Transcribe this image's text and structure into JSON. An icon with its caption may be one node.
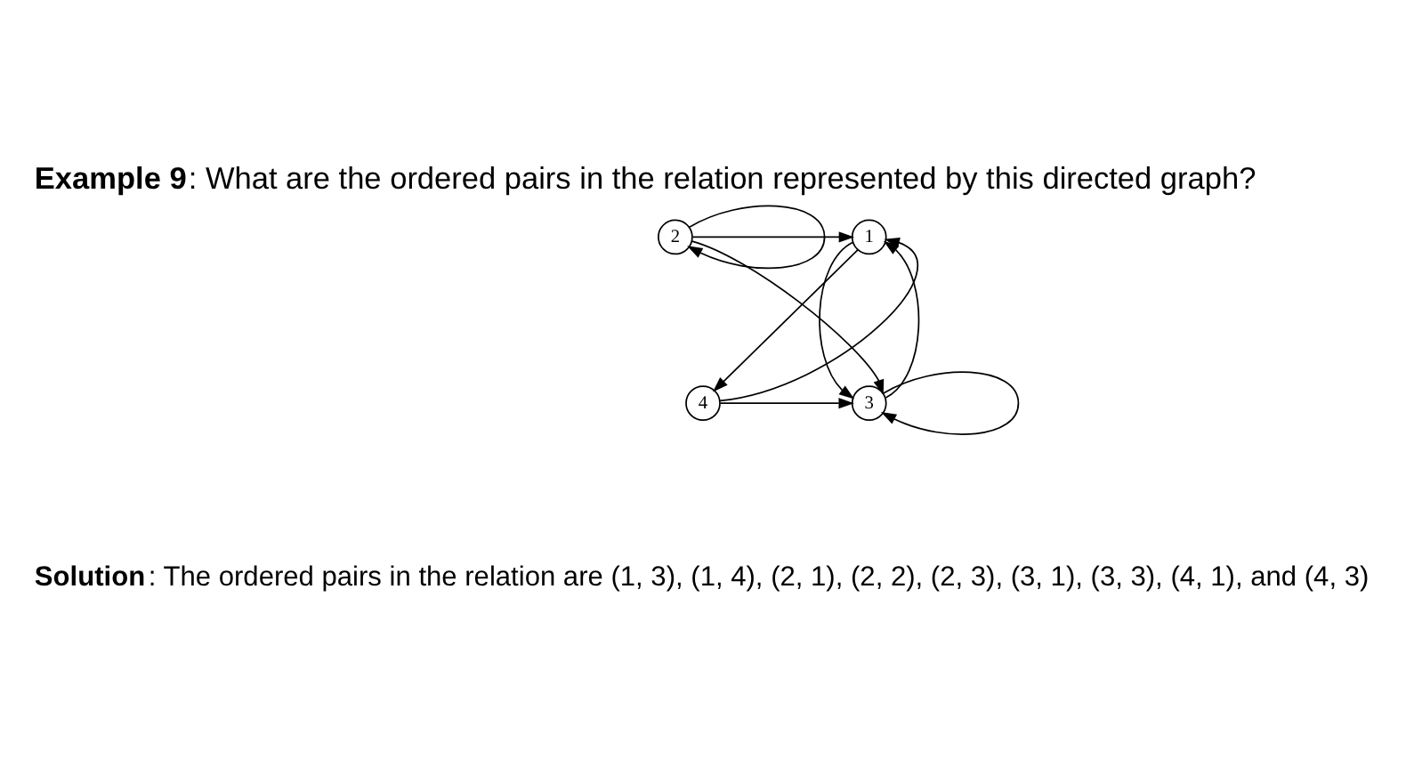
{
  "diagram": {
    "title": "**Example 9**: What are the ordered pairs in the relation represented by this directed graph?",
    "nodes": [
      {
        "text": [
          "1"
        ]
      },
      {
        "text": [
          "2"
        ]
      },
      {
        "text": [
          "3"
        ]
      },
      {
        "text": [
          "4"
        ]
      }
    ],
    "edges": [
      {
        "from": 0,
        "to": 2,
        "arrow": "to"
      },
      {
        "from": 0,
        "to": 3,
        "arrow": "to"
      },
      {
        "from": 1,
        "to": 0,
        "arrow": "to"
      },
      {
        "from": 1,
        "to": 1,
        "arrow": "to"
      },
      {
        "from": 1,
        "to": 2,
        "arrow": "to"
      },
      {
        "from": 2,
        "to": 0,
        "arrow": "to"
      },
      {
        "from": 2,
        "to": 2,
        "arrow": "to"
      },
      {
        "from": 3,
        "to": 0,
        "arrow": "to"
      },
      {
        "from": 3,
        "to": 2,
        "arrow": "to"
      }
    ],
    "labels": [
      "**Solution**: The ordered pairs in the relation are (1, 3), (1, 4), (2, 1), (2, 2), (2, 3), (3, 1), (3, 3), (4, 1), and (4, 3)"
    ]
  }
}
